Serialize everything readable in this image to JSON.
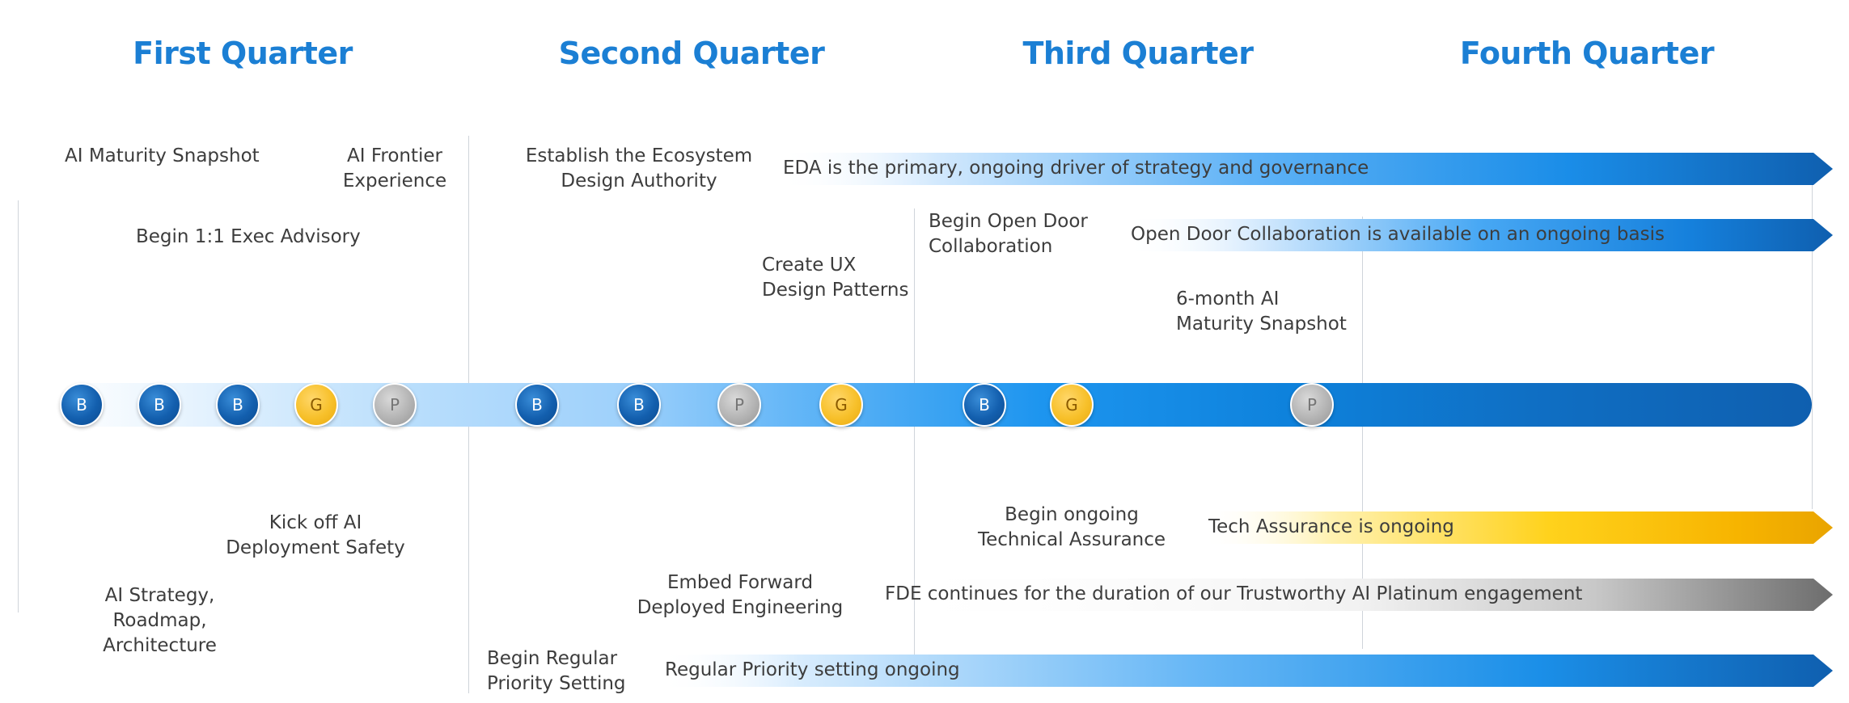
{
  "quarters": [
    {
      "label": "First Quarter"
    },
    {
      "label": "Second Quarter"
    },
    {
      "label": "Third Quarter"
    },
    {
      "label": "Fourth Quarter"
    }
  ],
  "upper_labels": {
    "ai_maturity_snapshot": "AI Maturity Snapshot",
    "ai_frontier_line1": "AI Frontier",
    "ai_frontier_line2": "Experience",
    "begin_exec_advisory": "Begin 1:1 Exec Advisory",
    "establish_eda_line1": "Establish the Ecosystem",
    "establish_eda_line2": "Design Authority",
    "create_ux_line1": "Create UX",
    "create_ux_line2": "Design Patterns",
    "open_door_line1": "Begin Open Door",
    "open_door_line2": "Collaboration",
    "six_month_line1": "6-month AI",
    "six_month_line2": "Maturity Snapshot"
  },
  "lower_labels": {
    "kickoff_line1": "Kick off AI",
    "kickoff_line2": "Deployment Safety",
    "strategy_line1": "AI Strategy,",
    "strategy_line2": "Roadmap,",
    "strategy_line3": "Architecture",
    "embed_fde_line1": "Embed Forward",
    "embed_fde_line2": "Deployed Engineering",
    "begin_priority_line1": "Begin Regular",
    "begin_priority_line2": "Priority Setting",
    "begin_tech_line1": "Begin ongoing",
    "begin_tech_line2": "Technical Assurance"
  },
  "arrows": {
    "eda": "EDA is the primary, ongoing driver of strategy and governance",
    "open_door": "Open Door Collaboration is available on an ongoing basis",
    "tech_assurance": "Tech Assurance is ongoing",
    "fde": "FDE continues for the duration of our Trustworthy AI Platinum engagement",
    "priority": "Regular Priority setting ongoing"
  },
  "milestones": [
    {
      "letter": "B",
      "kind": "B"
    },
    {
      "letter": "B",
      "kind": "B"
    },
    {
      "letter": "B",
      "kind": "B"
    },
    {
      "letter": "G",
      "kind": "G"
    },
    {
      "letter": "P",
      "kind": "P"
    },
    {
      "letter": "B",
      "kind": "B"
    },
    {
      "letter": "B",
      "kind": "B"
    },
    {
      "letter": "P",
      "kind": "P"
    },
    {
      "letter": "G",
      "kind": "G"
    },
    {
      "letter": "B",
      "kind": "B"
    },
    {
      "letter": "G",
      "kind": "G"
    },
    {
      "letter": "P",
      "kind": "P"
    }
  ],
  "colors": {
    "quarter_title": "#1b7fd4",
    "blue_arrow_dark": "#0f5faf",
    "gold_arrow_dark": "#e9a400",
    "gray_arrow_dark": "#6d6d6d",
    "milestone_blue": "#135fae",
    "milestone_gold": "#f7c02a",
    "milestone_gray": "#b4b4b4"
  }
}
